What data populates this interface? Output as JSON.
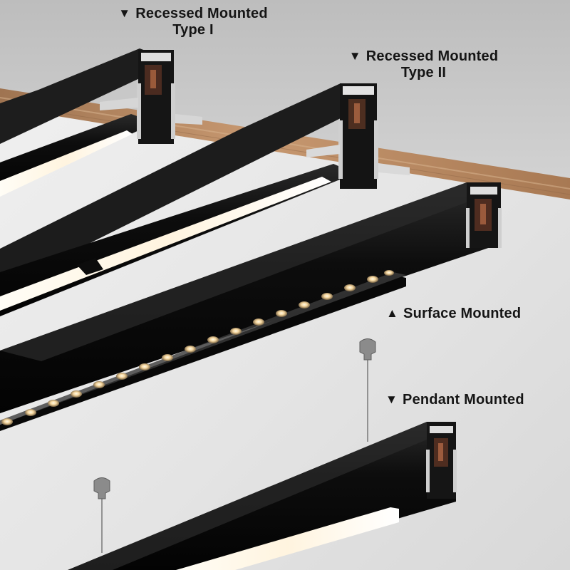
{
  "labels": {
    "recessed_type_1": {
      "arrow": "▼",
      "line1": "Recessed Mounted",
      "line2": "Type I"
    },
    "recessed_type_2": {
      "arrow": "▼",
      "line1": "Recessed Mounted",
      "line2": "Type II"
    },
    "surface": {
      "arrow": "▲",
      "text": "Surface Mounted"
    },
    "pendant": {
      "arrow": "▼",
      "text": "Pendant Mounted"
    }
  },
  "colors": {
    "ceiling": "#c9c9c9",
    "wall": "#e4e4e4",
    "wood": "#b88a63",
    "fixture": "#111111",
    "light": "#fff8ea",
    "led": "#f5d9a3"
  }
}
